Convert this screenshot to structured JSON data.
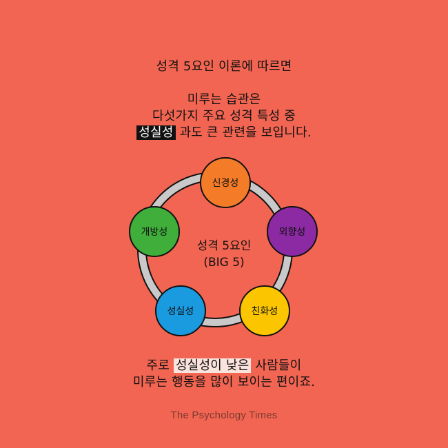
{
  "intro": {
    "line1": "성격 5요인 이론에 따르면",
    "line2": "미루는 습관은",
    "line3": "다섯가지 주요 성격 특성 중",
    "line4_highlight": "성실성",
    "line4_rest": " 과도 큰 관련을 보입니다."
  },
  "diagram": {
    "center_line1": "성격 5요인",
    "center_line2": "(BIG 5)",
    "nodes": [
      {
        "label": "신경성",
        "color": "#f47c28"
      },
      {
        "label": "외향성",
        "color": "#8c2aa3"
      },
      {
        "label": "친화성",
        "color": "#fbc500"
      },
      {
        "label": "성실성",
        "color": "#1a9be0"
      },
      {
        "label": "개방성",
        "color": "#3fae3a"
      }
    ],
    "ring_color": "#c9c9c9"
  },
  "conclusion": {
    "line1_pre": "주로 ",
    "line1_highlight": "성실성이 낮은",
    "line1_post": " 사람들이",
    "line2": "미루는 행동을 많이 보이는 편이죠."
  },
  "footer": {
    "brand": "The Psychology Times"
  },
  "colors": {
    "background": "#f26552",
    "text": "#111111"
  }
}
